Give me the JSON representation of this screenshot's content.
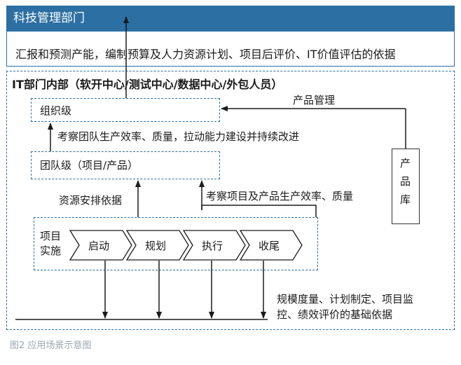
{
  "top": {
    "title": "科技管理部门",
    "desc": "汇报和预测产能，编制预算及人力资源计划、项目后评价、IT价值评估的依据"
  },
  "it": {
    "title": "IT部门内部（软开中心/测试中心/数据中心/外包人员）",
    "org_level": "组织级",
    "org_note": "考察团队生产效率、质量，拉动能力建设并持续改进",
    "team_level": "团队级（项目/产品）",
    "resource_note": "资源安排依据",
    "project_note": "考察项目及产品生产效率、质量",
    "product_mgmt": "产品管理",
    "product_repo": [
      "产",
      "品",
      "库"
    ],
    "impl_label": [
      "项目",
      "实施"
    ],
    "phases": [
      "启动",
      "规划",
      "执行",
      "收尾"
    ],
    "basis_note": [
      "规模度量、计划制定、项目监",
      "控、绩效评价的基础依据"
    ]
  },
  "caption": "图2 应用场景示意图",
  "colors": {
    "accent": "#2c6fa3",
    "line": "#1a1a1a",
    "caption": "#9aa6b2"
  }
}
